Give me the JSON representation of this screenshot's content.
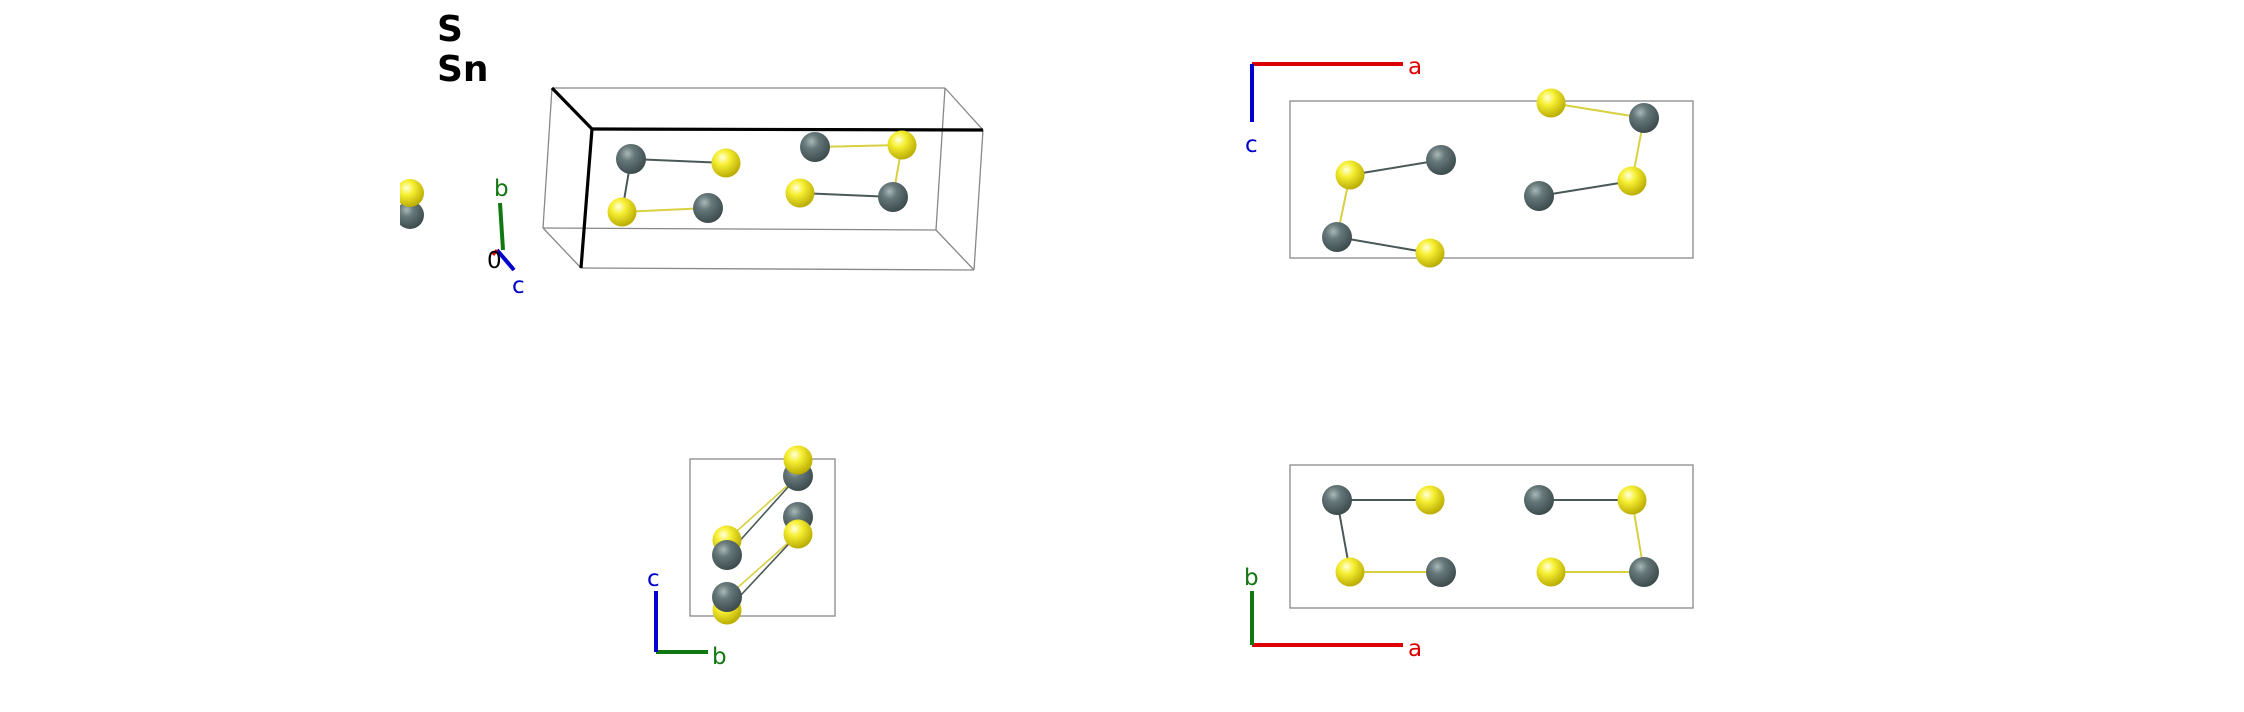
{
  "legend": {
    "items": [
      {
        "element": "S",
        "color": "#f2ee1c"
      },
      {
        "element": "Sn",
        "color": "#5f6f6f"
      }
    ]
  },
  "axes": {
    "a_label": "a",
    "b_label": "b",
    "c_label": "c",
    "origin_label": "0",
    "a_color": "#dd0000",
    "b_color": "#117711",
    "c_color": "#0000cc"
  },
  "colors": {
    "sulfur": "#f2ee1c",
    "tin": "#5f6f6f",
    "cell_edge": "#888888",
    "cell_edge_bold": "#000000",
    "bond_s": "#d8d040",
    "bond_sn": "#4a5858"
  },
  "views": [
    {
      "name": "perspective",
      "axes_shown": [
        "b",
        "c",
        "0"
      ]
    },
    {
      "name": "view-along-b",
      "axes_shown": [
        "a",
        "c"
      ]
    },
    {
      "name": "view-along-a",
      "axes_shown": [
        "c",
        "b"
      ]
    },
    {
      "name": "view-along-c",
      "axes_shown": [
        "b",
        "a"
      ]
    }
  ]
}
